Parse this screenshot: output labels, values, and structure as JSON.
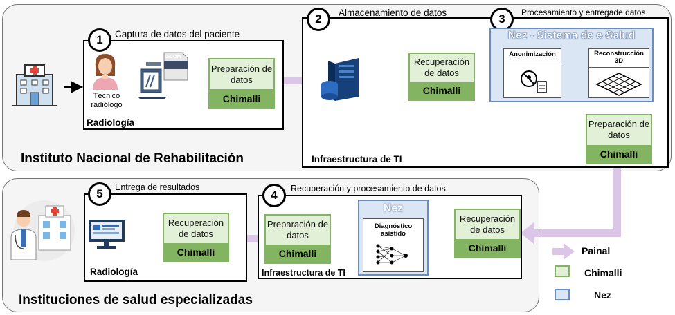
{
  "regions": {
    "top": {
      "title": "Instituto Nacional de Rehabilitación"
    },
    "bottom": {
      "title": "Instituciones de salud especializadas"
    }
  },
  "steps": [
    {
      "number": "1",
      "title": "Captura de datos del paciente",
      "footer": "Radiología"
    },
    {
      "number": "2",
      "title": "Almacenamiento de datos",
      "footer": "Infraestructura de TI"
    },
    {
      "number": "3",
      "title": "Procesamiento y entregade datos"
    },
    {
      "number": "4",
      "title": "Recuperación y procesamiento de datos",
      "footer": "Infraestructura de TI"
    },
    {
      "number": "5",
      "title": "Entrega de resultados",
      "footer": "Radiología"
    }
  ],
  "step1": {
    "technician_label": "Técnico radiólogo",
    "dicom_label": "DICOM"
  },
  "chimalli_boxes": {
    "step1_prep": {
      "label": "Preparación de datos",
      "brand": "Chimalli"
    },
    "step2_recovery": {
      "label": "Recuperación de datos",
      "brand": "Chimalli"
    },
    "step3_prep": {
      "label": "Preparación de datos",
      "brand": "Chimalli"
    },
    "step4_recovery": {
      "label": "Recuperación de datos",
      "brand": "Chimalli"
    },
    "step4_prep": {
      "label": "Preparación de datos",
      "brand": "Chimalli"
    },
    "step5_recovery": {
      "label": "Recuperación de datos",
      "brand": "Chimalli"
    }
  },
  "nez_system": {
    "title": "Nez - Sistema de e-Salud",
    "anonymization": "Anonimización",
    "reconstruction": "Reconstrucción 3D"
  },
  "nez_step4": {
    "title": "Nez",
    "module": "Diagnóstico asistido"
  },
  "legend": [
    {
      "label": "Painal",
      "color": "#dcc6e8"
    },
    {
      "label": "Chimalli",
      "color": "#83b462"
    },
    {
      "label": "Nez",
      "color": "#5b87c5"
    }
  ],
  "colors": {
    "chimalli_dark": "#83b462",
    "chimalli_light": "#e3f0d8",
    "nez_border": "#6a8cc4",
    "nez_fill": "#dbe6f5",
    "painal_arrow": "#dcc6e8"
  }
}
